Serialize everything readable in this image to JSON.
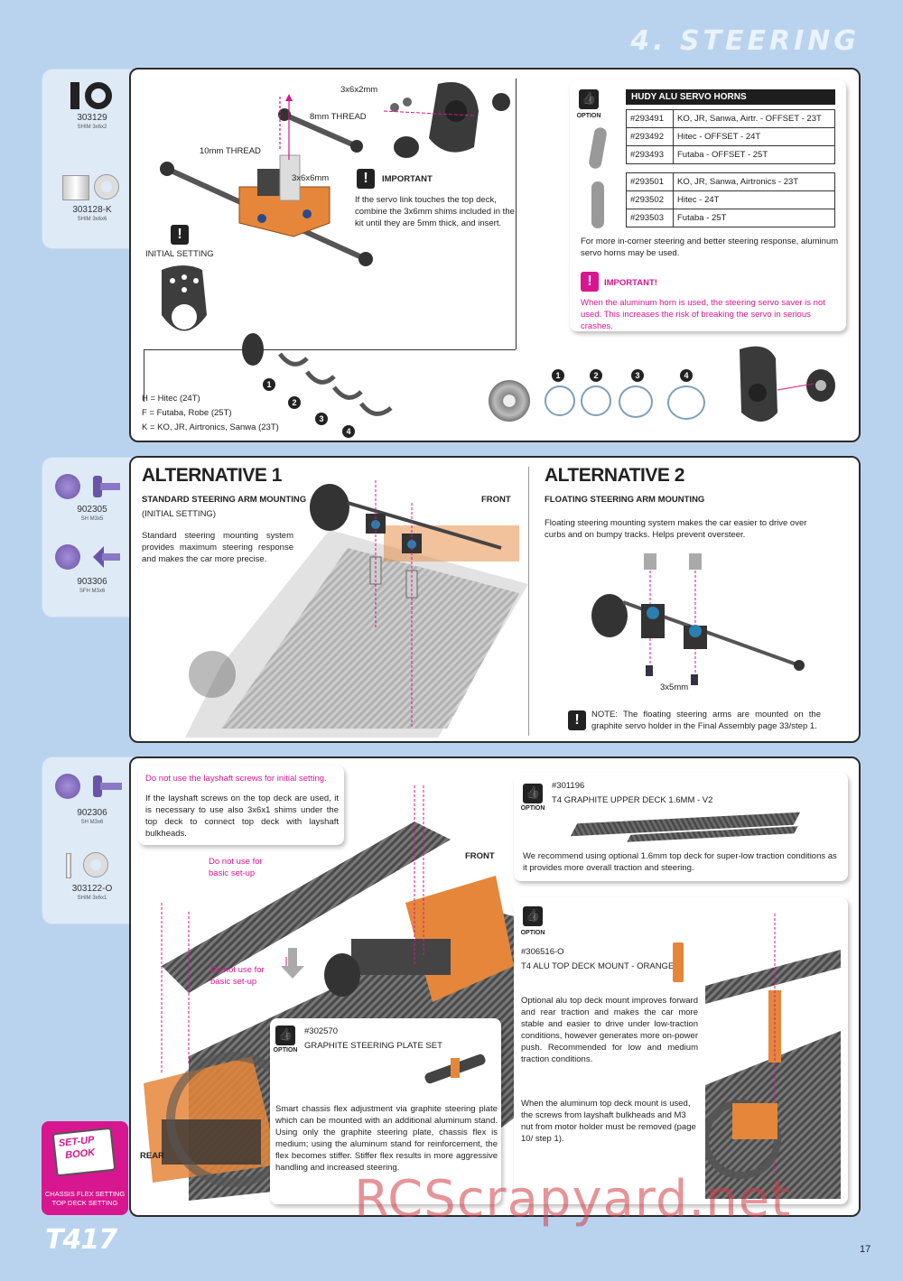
{
  "header": {
    "section_title": "4. STEERING"
  },
  "sidebar": {
    "top": [
      {
        "code": "303129",
        "desc": "SHIM 3x6x2",
        "icon": "shim-icon"
      },
      {
        "code": "303128-K",
        "desc": "SHIM 3x6x6",
        "icon": "shim-icon"
      }
    ],
    "middle": [
      {
        "code": "902305",
        "desc": "SH M3x5",
        "icon": "screw-icon"
      },
      {
        "code": "903306",
        "desc": "SFH M3x6",
        "icon": "screw-icon"
      }
    ],
    "bottom": [
      {
        "code": "902306",
        "desc": "SH M3x6",
        "icon": "screw-icon"
      },
      {
        "code": "303122-O",
        "desc": "SHIM 3x6x1",
        "icon": "shim-icon"
      }
    ],
    "setup_book": {
      "badge_line1": "SET-UP",
      "badge_line2": "BOOK",
      "caption1": "CHASSIS FLEX SETTING",
      "caption2": "TOP DECK SETTING"
    }
  },
  "panel1": {
    "labels": {
      "shim_3x6x2": "3x6x2mm",
      "thread_8mm": "8mm THREAD",
      "thread_10mm": "10mm THREAD",
      "shim_3x6x6": "3x6x6mm",
      "important": "IMPORTANT",
      "important_text": "If the servo link touches the top deck, combine the 3x6mm shims included in the kit until they are 5mm thick, and insert.",
      "initial_setting": "INITIAL SETTING",
      "legend_h": "H = Hitec (24T)",
      "legend_f": "F = Futaba, Robe (25T)",
      "legend_k": "K = KO, JR, Airtronics, Sanwa (23T)"
    },
    "numbers": [
      "1",
      "2",
      "3",
      "4"
    ],
    "hudy": {
      "option": "OPTION",
      "title": "HUDY ALU SERVO HORNS",
      "group1": [
        {
          "code": "#293491",
          "desc": "KO, JR, Sanwa, Airtr. - OFFSET - 23T"
        },
        {
          "code": "#293492",
          "desc": "Hitec - OFFSET - 24T"
        },
        {
          "code": "#293493",
          "desc": "Futaba - OFFSET - 25T"
        }
      ],
      "group2": [
        {
          "code": "#293501",
          "desc": "KO, JR, Sanwa, Airtronics - 23T"
        },
        {
          "code": "#293502",
          "desc": "Hitec - 24T"
        },
        {
          "code": "#293503",
          "desc": "Futaba - 25T"
        }
      ],
      "note": "For more in-corner steering and better steering response, aluminum servo horns may be used.",
      "important": "IMPORTANT!",
      "important_text": "When the aluminum horn is used, the steering servo saver is not used. This increases the risk of breaking the servo in serious crashes."
    }
  },
  "panel2": {
    "alt1": {
      "title": "ALTERNATIVE 1",
      "subtitle": "STANDARD STEERING ARM MOUNTING",
      "subtitle2": "(INITIAL SETTING)",
      "text": "Standard steering mounting system provides maximum steering response and makes the car more precise.",
      "front": "FRONT"
    },
    "alt2": {
      "title": "ALTERNATIVE 2",
      "subtitle": "FLOATING STEERING ARM MOUNTING",
      "text": "Floating steering mounting system makes the car easier to drive over curbs and on bumpy tracks. Helps prevent oversteer.",
      "screw": "3x5mm",
      "note": "NOTE: The floating steering arms are mounted on the graphite servo holder in the Final Assembly page 33/step 1."
    }
  },
  "panel3": {
    "warning_box": {
      "title": "Do not use the layshaft screws for initial setting.",
      "text": "If the layshaft screws on the top deck are used, it is necessary to use also 3x6x1 shims under the top deck to connect top deck with layshaft bulkheads."
    },
    "callout1": "Do not use for basic set-up",
    "callout2": "Do not use for basic set-up",
    "front": "FRONT",
    "rear": "REAR",
    "upper_deck": {
      "option": "OPTION",
      "code": "#301196",
      "name": "T4 GRAPHITE UPPER DECK 1.6MM - V2",
      "text": "We recommend using optional 1.6mm top deck for super-low traction conditions as it provides more overall traction and steering."
    },
    "steering_plate": {
      "option": "OPTION",
      "code": "#302570",
      "name": "GRAPHITE STEERING PLATE SET",
      "text": "Smart chassis flex adjustment via graphite steering plate which can be mounted with an additional aluminum stand. Using only the graphite steering plate, chassis flex is medium; using the aluminum stand for reinforcement, the flex becomes stiffer. Stiffer flex results in more aggressive handling and increased steering."
    },
    "deck_mount": {
      "option": "OPTION",
      "code": "#306516-O",
      "name": "T4 ALU TOP DECK MOUNT - ORANGE",
      "text_a": "Optional alu top deck mount improves forward and rear traction and makes the car more stable and easier to drive under low-traction conditions, however generates more on-power push. Recommended for low and medium traction conditions.",
      "text_b": "When the aluminum top deck mount is used, the screws from layshaft bulkheads and M3 nut from motor holder must be removed (page 10/ step 1)."
    }
  },
  "footer": {
    "logo": "T417",
    "page_number": "17",
    "watermark": "RCScrapyard.net"
  },
  "colors": {
    "background": "#b9d3ee",
    "accent_magenta": "#d8168f",
    "part_orange": "#e5863a"
  }
}
